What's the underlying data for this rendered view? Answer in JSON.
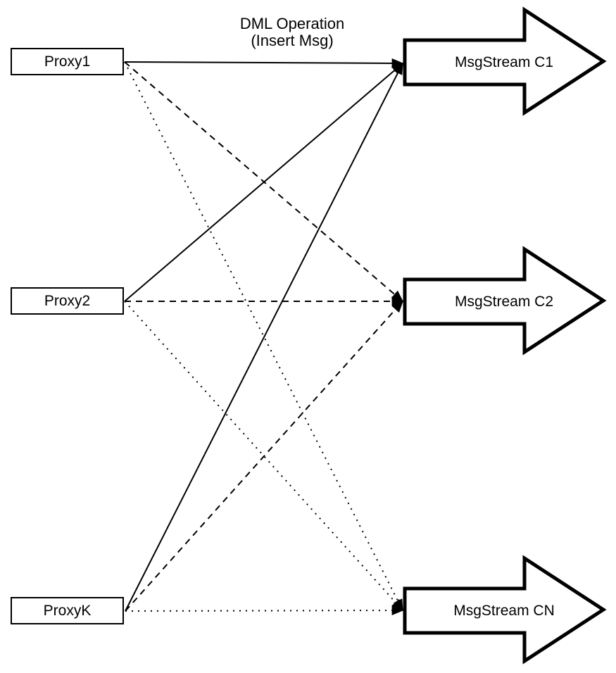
{
  "annotation": {
    "line1": "DML Operation",
    "line2": "(Insert Msg)"
  },
  "proxies": [
    {
      "id": "proxy1",
      "label": "Proxy1"
    },
    {
      "id": "proxy2",
      "label": "Proxy2"
    },
    {
      "id": "proxyk",
      "label": "ProxyK"
    }
  ],
  "streams": [
    {
      "id": "c1",
      "label": "MsgStream C1"
    },
    {
      "id": "c2",
      "label": "MsgStream C2"
    },
    {
      "id": "cn",
      "label": "MsgStream CN"
    }
  ],
  "edges": [
    {
      "from": "Proxy1",
      "to": "MsgStream C1",
      "style": "solid"
    },
    {
      "from": "Proxy1",
      "to": "MsgStream C2",
      "style": "dashed"
    },
    {
      "from": "Proxy1",
      "to": "MsgStream CN",
      "style": "dotted"
    },
    {
      "from": "Proxy2",
      "to": "MsgStream C1",
      "style": "solid"
    },
    {
      "from": "Proxy2",
      "to": "MsgStream C2",
      "style": "dashed"
    },
    {
      "from": "Proxy2",
      "to": "MsgStream CN",
      "style": "dotted"
    },
    {
      "from": "ProxyK",
      "to": "MsgStream C1",
      "style": "solid"
    },
    {
      "from": "ProxyK",
      "to": "MsgStream C2",
      "style": "dashed"
    },
    {
      "from": "ProxyK",
      "to": "MsgStream CN",
      "style": "dotted"
    }
  ],
  "colors": {
    "stroke": "#000000",
    "fill": "#ffffff",
    "background": "#ffffff"
  }
}
